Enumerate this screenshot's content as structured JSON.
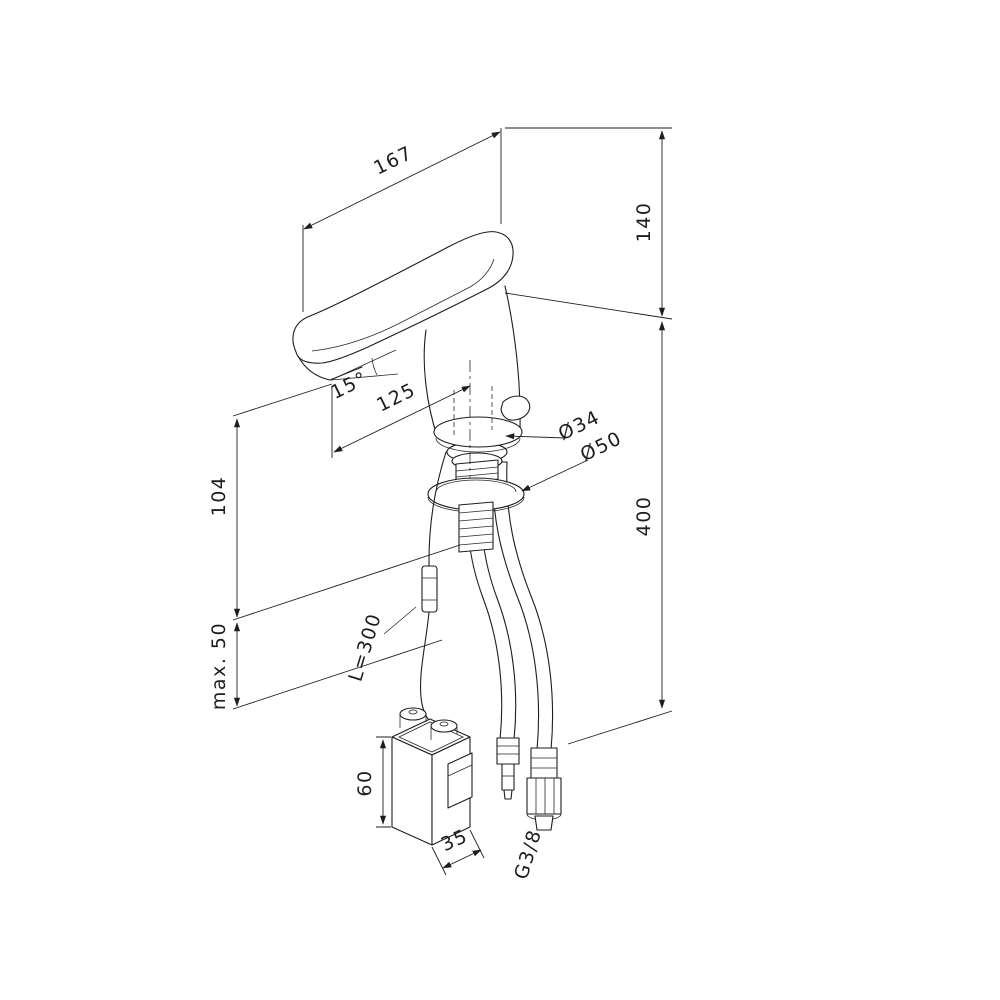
{
  "page": {
    "background": "#ffffff",
    "line_color": "#1e1e1e"
  },
  "drawing": {
    "type": "technical-dimension-drawing",
    "labels": {
      "spout_length": "167",
      "upper_height": "140",
      "spout_angle": "15°",
      "spout_reach": "125",
      "body_diameter": "Ø34",
      "flange_diameter": "Ø50",
      "lower_height": "104",
      "hose_drop": "400",
      "deck_thickness": "max. 50",
      "cable_length": "L=300",
      "battery_box_height": "60",
      "battery_box_width": "35",
      "hose_thread": "G3/8"
    }
  }
}
